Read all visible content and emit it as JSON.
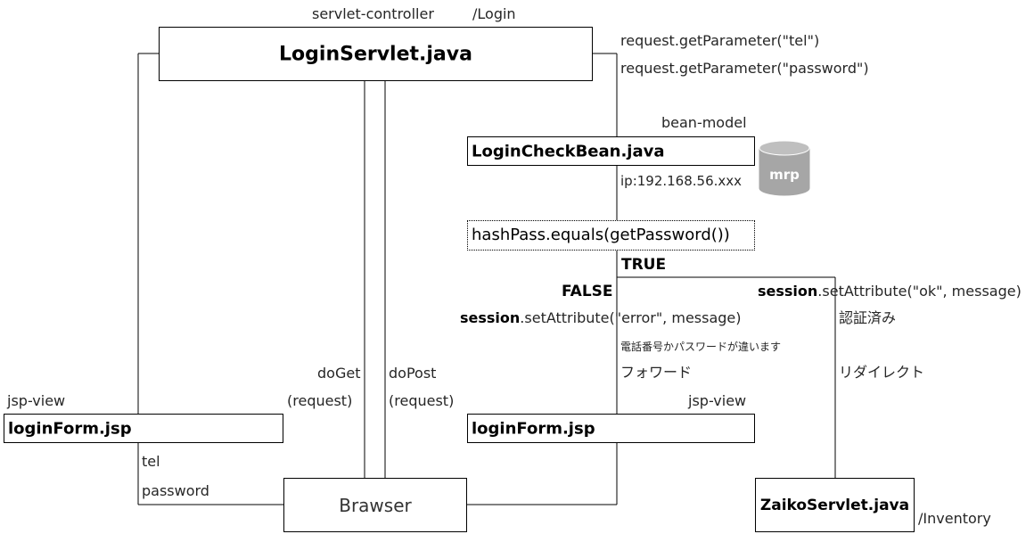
{
  "labels": {
    "servlet_controller": "servlet-controller",
    "login_path": "/Login",
    "login_servlet": "LoginServlet.java",
    "get_param_tel": "request.getParameter(\"tel\")",
    "get_param_password": "request.getParameter(\"password\")",
    "bean_model": "bean-model",
    "login_check_bean": "LoginCheckBean.java",
    "db_name": "mrp",
    "ip": "ip:192.168.56.xxx",
    "hash_check": "hashPass.equals(getPassword())",
    "true_label": "TRUE",
    "false_label": "FALSE",
    "session_kw_ok": "session",
    "set_attr_ok": ".setAttribute(\"ok\", message)",
    "session_kw_error": "session",
    "set_attr_error": ".setAttribute(\"error\", message)",
    "authenticated": "認証済み",
    "error_message": "電話番号かパスワードが違います",
    "forward": "フォワード",
    "redirect": "リダイレクト",
    "do_get": "doGet",
    "do_get_request": "(request)",
    "do_post": "doPost",
    "do_post_request": "(request)",
    "jsp_view_left": "jsp-view",
    "login_form_left": "loginForm.jsp",
    "jsp_view_right": "jsp-view",
    "login_form_right": "loginForm.jsp",
    "tel": "tel",
    "password": "password",
    "browser": "Brawser",
    "zaiko_servlet": "ZaikoServlet.java",
    "inventory_path": "/Inventory"
  },
  "colors": {
    "db_fill": "#a6a6a6",
    "line": "#000000"
  }
}
